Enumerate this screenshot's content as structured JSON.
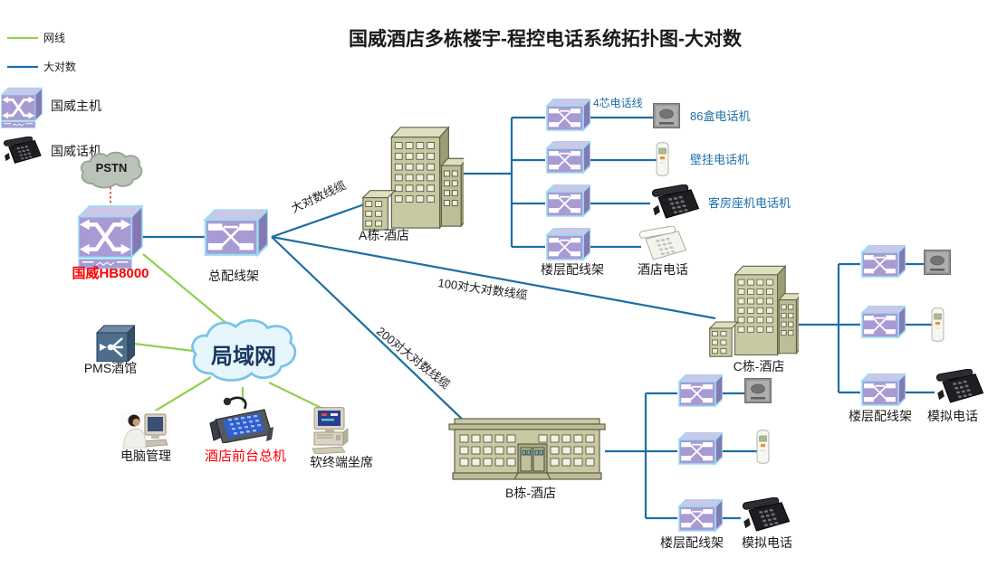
{
  "title": "国威酒店多栋楼宇-程控电话系统拓扑图-大对数",
  "colors": {
    "blue_line": "#1c6ea4",
    "green_line": "#92d050",
    "label_blue": "#1f6fa8",
    "label_red": "#ff0000"
  },
  "legend": {
    "net_cable": "网线",
    "big_pair": "大对数",
    "host": "国威主机",
    "phone": "国威话机"
  },
  "clouds": {
    "pstn": "PSTN",
    "lan": "局域网"
  },
  "core": {
    "host": "国威HB8000",
    "mdf": "总配线架"
  },
  "cable_labels": {
    "to_a": "大对数线缆",
    "to_c": "100对大对数线缆",
    "to_b": "200对大对数线缆",
    "phone_line": "4芯电话线"
  },
  "building_a": {
    "name": "A栋-酒店",
    "fdf": "楼层配线架",
    "phone1": "86盒电话机",
    "phone2": "壁挂电话机",
    "phone3": "客房座机电话机",
    "phone4": "酒店电话"
  },
  "building_b": {
    "name": "B栋-酒店",
    "fdf": "楼层配线架",
    "phone": "模拟电话"
  },
  "building_c": {
    "name": "C栋-酒店",
    "fdf": "楼层配线架",
    "phone": "模拟电话"
  },
  "lan_devices": {
    "pms": "PMS酒馆",
    "pc": "电脑管理",
    "console": "酒店前台总机",
    "soft": "软终端坐席"
  }
}
